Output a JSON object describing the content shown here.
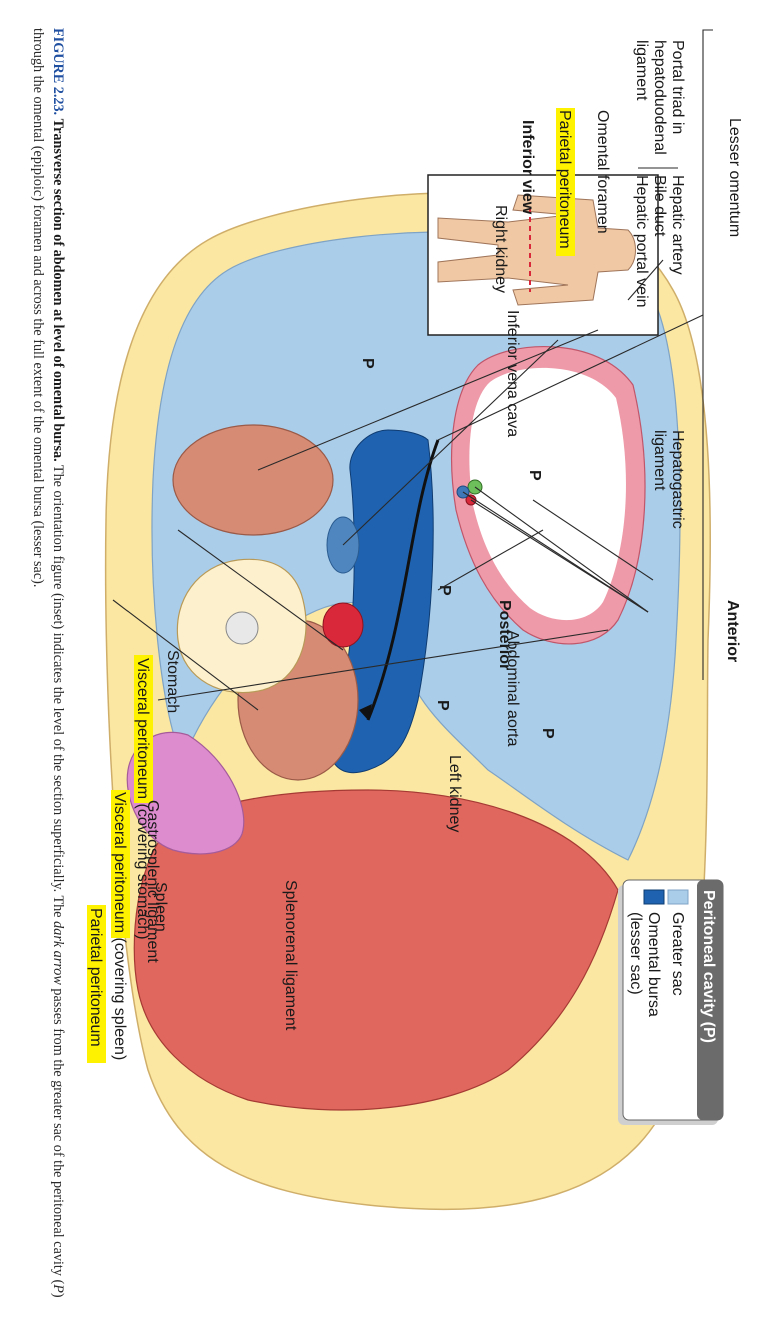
{
  "labels": {
    "anterior": "Anterior",
    "posterior": "Posterior",
    "inferior_view": "Inferior view",
    "lesser_omentum": "Lesser omentum",
    "portal_triad_1": "Portal triad in",
    "portal_triad_2": "hepatoduodenal",
    "portal_triad_3": "ligament",
    "hepatic_artery": "Hepatic artery",
    "bile_duct": "Bile duct",
    "hepatic_portal_vein": "Hepatic portal vein",
    "hepatogastric_1": "Hepatogastric",
    "hepatogastric_2": "ligament",
    "omental_foramen": "Omental foramen",
    "parietal_peritoneum_left": "Parietal peritoneum",
    "right_kidney": "Right kidney",
    "inferior_vena_cava": "Inferior vena cava",
    "abdominal_aorta": "Abdominal aorta",
    "left_kidney": "Left kidney",
    "splenorenal_ligament": "Splenorenal ligament",
    "spleen": "Spleen",
    "parietal_peritoneum_right": "Parietal peritoneum",
    "visceral_peritoneum_spleen": "Visceral peritoneum",
    "covering_spleen": " (covering spleen)",
    "gastrosplenic_ligament": "Gastrosplenic ligament",
    "visceral_peritoneum_stomach": "Visceral peritoneum",
    "covering_stomach": " (covering stomach)",
    "stomach": "Stomach",
    "p": "P"
  },
  "legend": {
    "title": "Peritoneal cavity (P)",
    "greater_sac": "Greater sac",
    "omental_bursa_1": "Omental bursa",
    "omental_bursa_2": "(lesser sac)"
  },
  "caption": {
    "number": "FIGURE 2.23.",
    "title": "Transverse section of abdomen at level of omental bursa.",
    "text_1": " The orientation figure (inset) indicates the level of the section superficially. The ",
    "dark_arrow": "dark arrow",
    "text_2": " passes from the greater sac of the peritoneal cavity (",
    "p": "P",
    "text_3": ") through the omental (epiploic) foramen and across the full extent of the omental bursa (lesser sac)."
  },
  "colors": {
    "fat": "#fbe7a1",
    "greater_sac": "#aacdea",
    "omental_bursa": "#1f63b0",
    "muscle": "#e0675e",
    "kidney": "#d68b74",
    "spleen": "#dd8ccd",
    "stomach_wall": "#ee9aa8",
    "aorta": "#d8283a",
    "ivc": "#4f86c0",
    "bone": "#fdf0cc",
    "highlight": "#fff200"
  }
}
